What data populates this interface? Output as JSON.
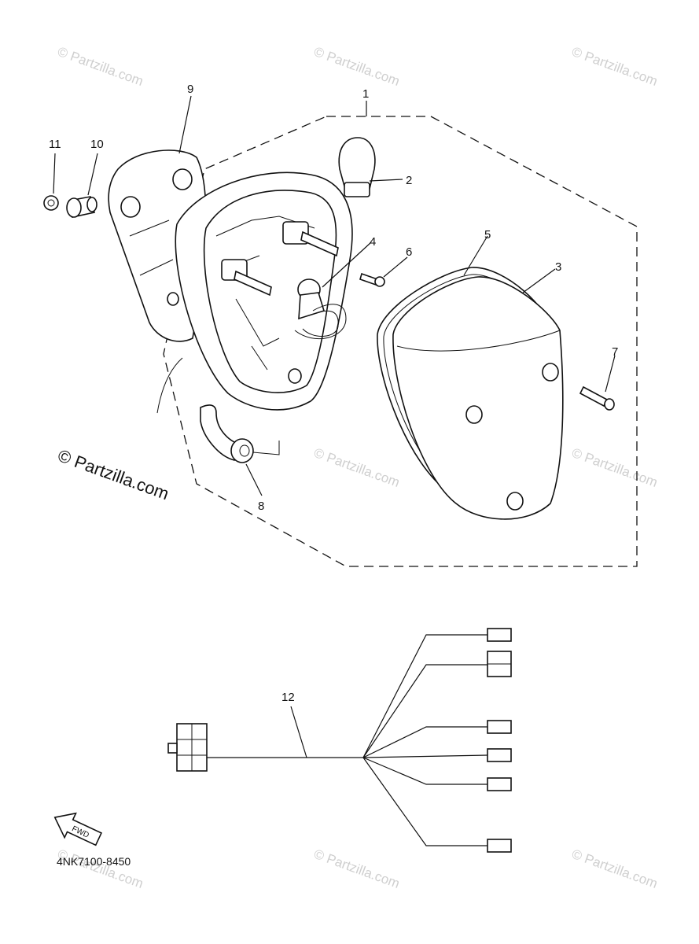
{
  "diagram": {
    "part_code": "4NK7100-8450",
    "fwd_label": "FWD",
    "callouts": [
      "1",
      "2",
      "3",
      "4",
      "5",
      "6",
      "7",
      "8",
      "9",
      "10",
      "11",
      "12"
    ],
    "watermark_small": "© Partzilla.com",
    "watermark_large": "© Partzilla.com"
  }
}
